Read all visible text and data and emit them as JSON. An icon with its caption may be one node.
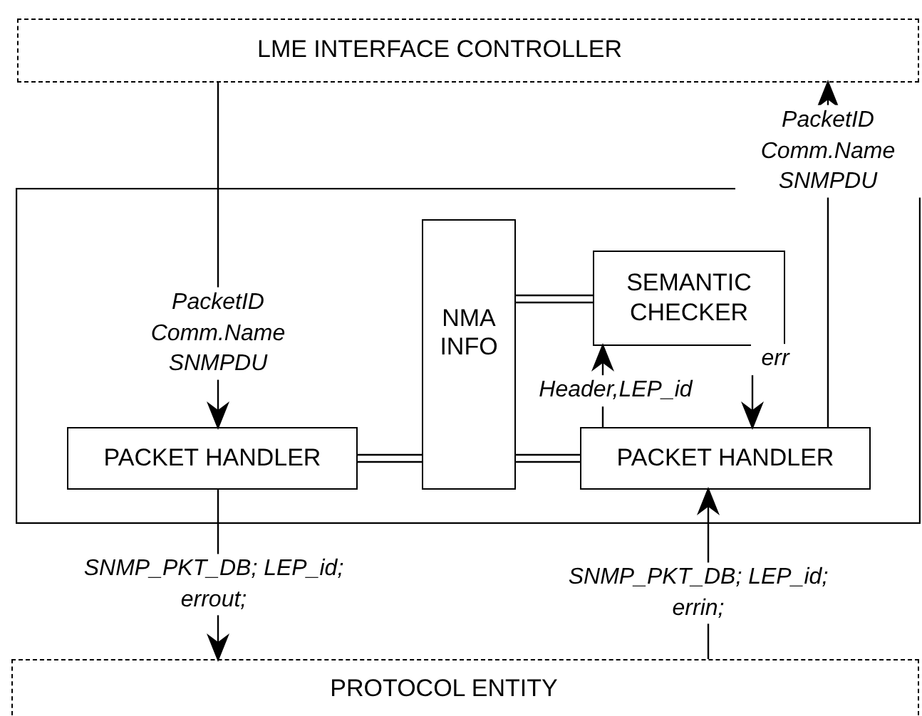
{
  "diagram": {
    "nodes": [
      {
        "text": [
          "LME INTERFACE CONTROLLER"
        ]
      },
      {
        "text": [],
        "shape": "box"
      },
      {
        "text": [
          "NMA INFO"
        ],
        "in": 1
      },
      {
        "text": [
          "SEMANTIC CHECKER"
        ],
        "in": 1
      },
      {
        "text": [
          "PACKET HANDLER"
        ],
        "in": 1
      },
      {
        "text": [
          "PACKET HANDLER"
        ],
        "in": 1
      },
      {
        "text": [
          "PROTOCOL ENTITY"
        ]
      }
    ],
    "edges": [
      {
        "from": 0,
        "to": 4,
        "arrow": "to",
        "label": "PacketID Comm.Name SNMPDU"
      },
      {
        "from": 5,
        "to": 0,
        "arrow": "to",
        "label": "PacketID Comm.Name SNMPDU"
      },
      {
        "from": 4,
        "to": 2,
        "arrow": "none"
      },
      {
        "from": 2,
        "to": 3,
        "arrow": "none"
      },
      {
        "from": 2,
        "to": 5,
        "arrow": "none"
      },
      {
        "from": 5,
        "to": 3,
        "arrow": "to",
        "label": "Header,LEP_id"
      },
      {
        "from": 3,
        "to": 5,
        "arrow": "to",
        "label": "err"
      },
      {
        "from": 4,
        "to": 6,
        "arrow": "to",
        "label": "SNMP_PKT_DB; LEP_id; errout;"
      },
      {
        "from": 6,
        "to": 5,
        "arrow": "to",
        "label": "SNMP_PKT_DB; LEP_id; errin;"
      }
    ]
  }
}
